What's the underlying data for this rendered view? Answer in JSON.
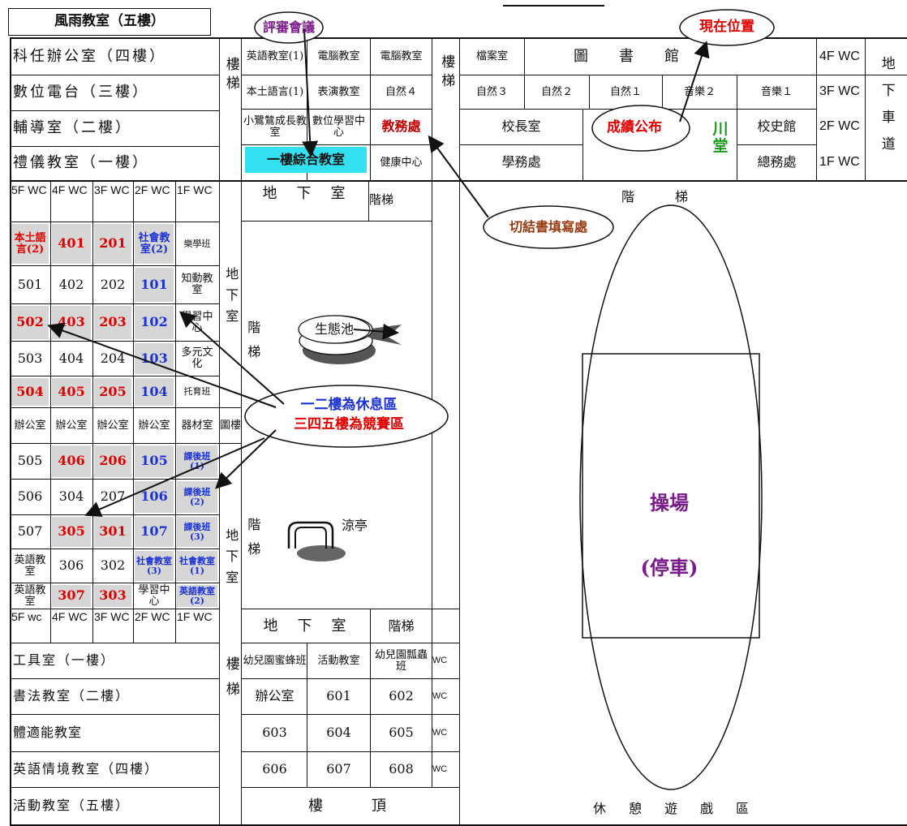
{
  "header": {
    "title_prefix": "",
    "rain_room": "風雨教室（五樓）"
  },
  "callouts": {
    "judges_meeting": "評審會議",
    "current_location": "現在位置",
    "results_announcement": "成績公布",
    "affidavit_area": "切結書填寫處",
    "zone_rest": "一二樓為休息區",
    "zone_competition": "三四五樓為競賽區",
    "ecology_pond": "生態池",
    "pavilion": "涼亭"
  },
  "top_left_rows": [
    "科任辦公室（四樓）",
    "數位電台（三樓）",
    "輔導室（二樓）",
    "禮儀教室（一樓）"
  ],
  "stair_labels": {
    "stairs_a": "樓梯",
    "stairs_b": "樓梯",
    "library_building": "圖樓",
    "underground": "地下室",
    "stairs": "階梯",
    "underground2": "地下室"
  },
  "top_middle": {
    "row1": [
      "英語教室(1)",
      "電腦教室",
      "電腦教室"
    ],
    "row2": [
      "本土語言(1)",
      "表演教室",
      "自然４"
    ],
    "row3": [
      "小鷺鷥成長教室",
      "數位學習中心",
      "教務處"
    ],
    "row4": [
      "一樓綜合教室",
      "健康中心"
    ]
  },
  "top_right": {
    "row1": [
      "檔案室",
      "圖　書　館",
      "4F WC"
    ],
    "row2": [
      "自然３",
      "自然２",
      "自然１",
      "音樂２",
      "音樂１",
      "3F WC"
    ],
    "row3": [
      "校長室",
      "川堂",
      "校史館",
      "2F WC"
    ],
    "row4": [
      "學務處",
      "總務處",
      "1F WC"
    ],
    "driveway": "地下車道"
  },
  "grid": {
    "head": [
      "5F WC",
      "4F WC",
      "3F WC",
      "2F WC",
      "1F WC"
    ],
    "foot": [
      "5F wc",
      "4F WC",
      "3F WC",
      "2F WC",
      "1F WC"
    ],
    "rows": [
      [
        "本土語言(2)",
        "401",
        "201",
        "社會教室(2)",
        "樂學班"
      ],
      [
        "501",
        "402",
        "202",
        "101",
        "知動教室"
      ],
      [
        "502",
        "403",
        "203",
        "102",
        "學習中心"
      ],
      [
        "503",
        "404",
        "204",
        "103",
        "多元文化"
      ],
      [
        "504",
        "405",
        "205",
        "104",
        "托育班"
      ],
      [
        "辦公室",
        "辦公室",
        "辦公室",
        "辦公室",
        "器材室"
      ],
      [
        "505",
        "406",
        "206",
        "105",
        "課後班(1)"
      ],
      [
        "506",
        "304",
        "207",
        "106",
        "課後班(2)"
      ],
      [
        "507",
        "305",
        "301",
        "107",
        "課後班(3)"
      ],
      [
        "英語教室",
        "306",
        "302",
        "社會教室(3)",
        "社會教室(1)"
      ],
      [
        "英語教室",
        "307",
        "303",
        "學習中心",
        "英語教室(2)"
      ]
    ]
  },
  "middle": {
    "basement_top": "地　下　室",
    "stairs_top": "階梯",
    "basement_bottom": "地　下　室",
    "stairs_bottom": "階梯",
    "stair_side1": "階梯",
    "stair_side2": "階梯",
    "right_stairs": "階　　梯"
  },
  "bottom_left_rows": [
    "工具室（一樓）",
    "書法教室（二樓）",
    "體適能教室",
    "英語情境教室（四樓）",
    "活動教室（五樓）"
  ],
  "bottom_middle": {
    "row1": [
      "幼兒園蜜蜂班",
      "活動教室",
      "幼兒園瓢蟲班",
      "WC"
    ],
    "row2": [
      "辦公室",
      "601",
      "602",
      "WC"
    ],
    "row3": [
      "603",
      "604",
      "605",
      "WC"
    ],
    "row4": [
      "606",
      "607",
      "608",
      "WC"
    ],
    "roof": "樓　　頂"
  },
  "playground": {
    "title": "操場",
    "sub": "(停車)",
    "rest_area": "休　憩　遊　戲　區"
  },
  "colors": {
    "red": "#e00000",
    "blue": "#1a32d8",
    "purple": "#7a1a8a",
    "brown": "#9a3a10",
    "green": "#1b9a1b",
    "cyan": "#33e0f0"
  }
}
